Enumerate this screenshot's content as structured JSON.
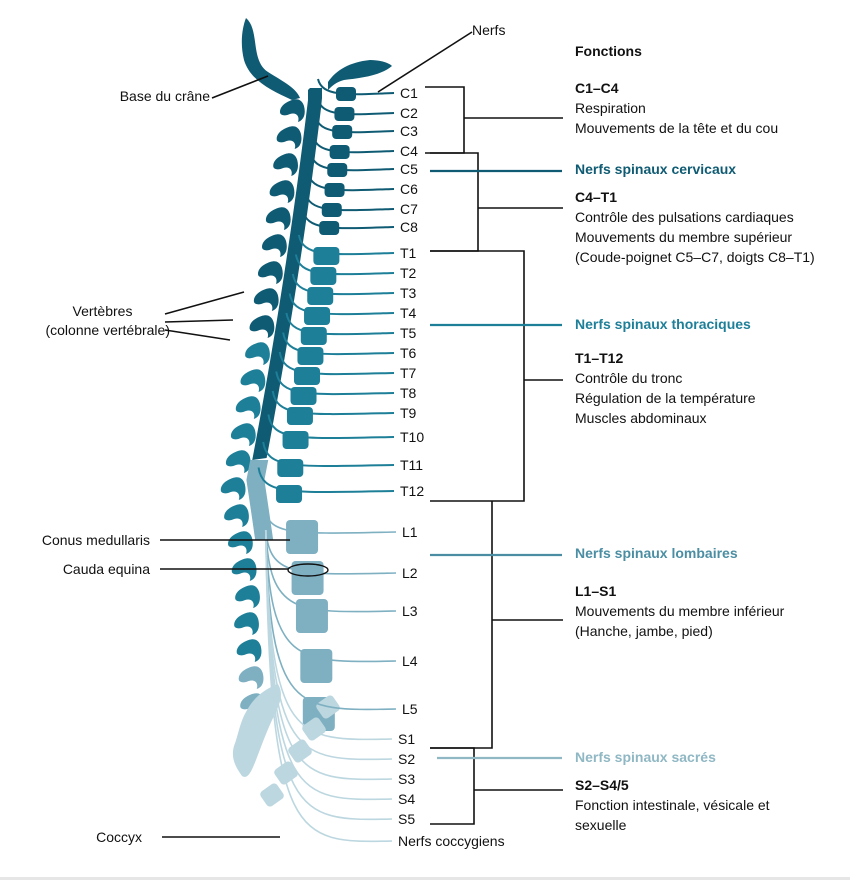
{
  "title": "Fonctions",
  "colors": {
    "cervical": "#0f5b73",
    "thoracic": "#1e7f98",
    "lumbar": "#7eb0c2",
    "sacral": "#bcd7e0",
    "line": "#111111"
  },
  "anatomy_labels": {
    "skull_base": "Base du crâne",
    "nerves": "Nerfs",
    "vertebrae_line1": "Vertèbres",
    "vertebrae_line2": "(colonne vertébrale)",
    "conus": "Conus medullaris",
    "cauda": "Cauda equina",
    "coccyx": "Coccyx"
  },
  "segments": [
    "C1",
    "C2",
    "C3",
    "C4",
    "C5",
    "C6",
    "C7",
    "C8",
    "T1",
    "T2",
    "T3",
    "T4",
    "T5",
    "T6",
    "T7",
    "T8",
    "T9",
    "T10",
    "T11",
    "T12",
    "L1",
    "L2",
    "L3",
    "L4",
    "L5",
    "S1",
    "S2",
    "S3",
    "S4",
    "S5",
    "Nerfs coccygiens"
  ],
  "groups": [
    {
      "label": "Nerfs spinaux cervicaux",
      "color": "#0f5b73"
    },
    {
      "label": "Nerfs spinaux thoraciques",
      "color": "#1e7f98"
    },
    {
      "label": "Nerfs spinaux lombaires",
      "color": "#4b8ea3"
    },
    {
      "label": "Nerfs spinaux sacrés",
      "color": "#8fb7c4"
    }
  ],
  "functions": [
    {
      "range": "C1–C4",
      "lines": [
        "Respiration",
        "Mouvements de la tête et du cou"
      ]
    },
    {
      "range": "C4–T1",
      "lines": [
        "Contrôle des pulsations cardiaques",
        "Mouvements du membre supérieur",
        "(Coude-poignet C5–C7, doigts C8–T1)"
      ]
    },
    {
      "range": "T1–T12",
      "lines": [
        "Contrôle du tronc",
        "Régulation de la température",
        "Muscles abdominaux"
      ]
    },
    {
      "range": "L1–S1",
      "lines": [
        "Mouvements du membre inférieur",
        "(Hanche, jambe, pied)"
      ]
    },
    {
      "range": "S2–S4/5",
      "lines": [
        "Fonction intestinale, vésicale et",
        "sexuelle"
      ]
    }
  ]
}
